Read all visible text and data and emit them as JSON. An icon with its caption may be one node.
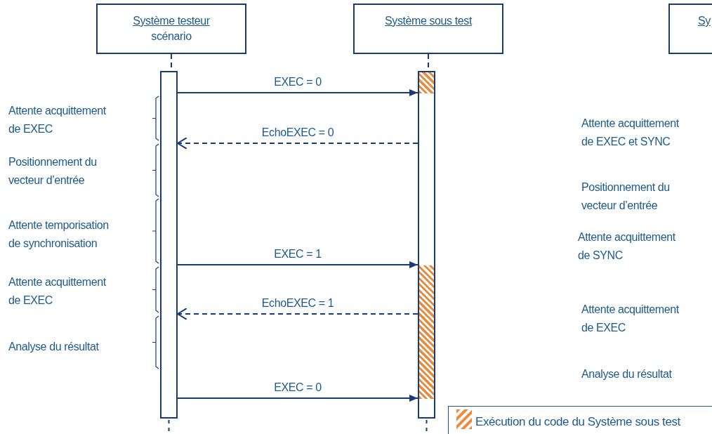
{
  "diagram": {
    "nodes": [
      {
        "text": [
          "Système testeur",
          "scénario"
        ]
      },
      {
        "text": [
          "Système sous test"
        ]
      },
      {
        "text": [
          "Sy"
        ]
      },
      {
        "text": [],
        "shape": "bar"
      },
      {
        "text": [],
        "shape": "bar"
      },
      {
        "text": [],
        "shape": "bar",
        "in": 4
      },
      {
        "text": [],
        "shape": "bar",
        "in": 4
      }
    ],
    "edges": [
      {
        "from": 0,
        "to": 3,
        "arrow": "none",
        "style": "dashed"
      },
      {
        "from": 1,
        "to": 4,
        "arrow": "none",
        "style": "dashed"
      },
      {
        "from": 3,
        "to": 4,
        "arrow": "to",
        "label": "EXEC = 0"
      },
      {
        "from": 4,
        "to": 3,
        "arrow": "to",
        "label": "EchoEXEC = 0",
        "style": "dashed"
      },
      {
        "from": 3,
        "to": 4,
        "arrow": "to",
        "label": "EXEC = 1"
      },
      {
        "from": 4,
        "to": 3,
        "arrow": "to",
        "label": "EchoEXEC = 1",
        "style": "dashed"
      },
      {
        "from": 3,
        "to": 4,
        "arrow": "to",
        "label": "EXEC = 0"
      }
    ],
    "labels": [
      "Attente acquittement de EXEC",
      "Positionnement du vecteur d’entrée",
      "Attente temporisation de synchronisation",
      "Attente acquittement de EXEC",
      "Analyse du résultat",
      "Attente acquittement de EXEC et SYNC",
      "Positionnement du vecteur d’entrée",
      "Attente acquittement de SYNC",
      "Attente acquittement de EXEC",
      "Analyse du résultat"
    ],
    "legend": [
      {
        "text": "Exécution du code du Système sous test"
      }
    ]
  }
}
